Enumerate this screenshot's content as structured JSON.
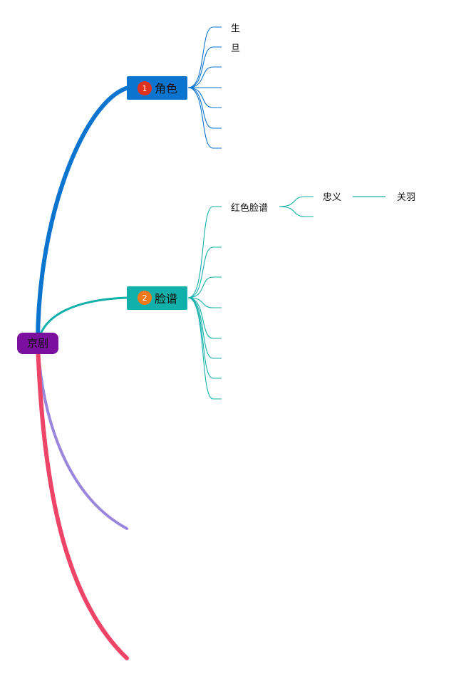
{
  "root": {
    "label": "京剧",
    "color": "#7B0F9E"
  },
  "branches": [
    {
      "label": "角色",
      "number": "1",
      "color": "#0B74CF",
      "line_color": "#0B74CF",
      "badge_color": "#E0301E",
      "children": [
        "生",
        "旦",
        "",
        "",
        "",
        "",
        ""
      ]
    },
    {
      "label": "脸谱",
      "number": "2",
      "color": "#12B0AA",
      "line_color": "#12B0AA",
      "badge_color": "#F07A1A",
      "children": [
        "红色脸谱",
        "",
        "",
        "",
        "",
        "",
        ""
      ],
      "sub": {
        "parent": "红色脸谱",
        "children": [
          "忠义",
          ""
        ],
        "grand": {
          "parent": "忠义",
          "children": [
            "关羽"
          ]
        }
      }
    }
  ],
  "collapsed_branches": [
    {
      "color": "#9A86DC"
    },
    {
      "color": "#EE4467"
    }
  ]
}
